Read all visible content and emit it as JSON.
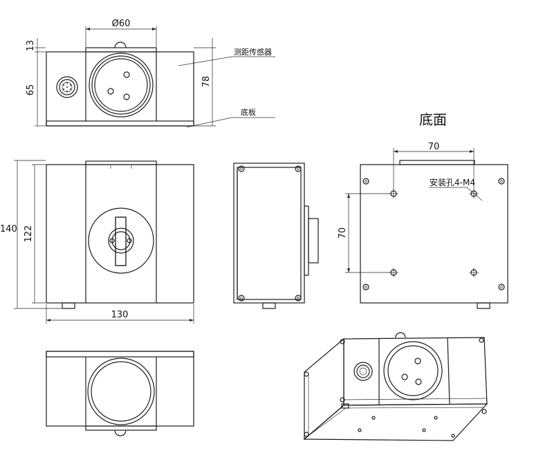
{
  "labels": {
    "ranging_sensor": "测距传感器",
    "base_plate": "底板",
    "bottom_view_title": "底面",
    "mounting_holes": "安装孔4-M4"
  },
  "dimensions": {
    "diameter": "Ø60",
    "top_offset": "13",
    "body_height": "65",
    "total_height": "78",
    "total_length": "140",
    "inner_length": "122",
    "width": "130",
    "hole_spacing_x": "70",
    "hole_spacing_y": "70"
  }
}
